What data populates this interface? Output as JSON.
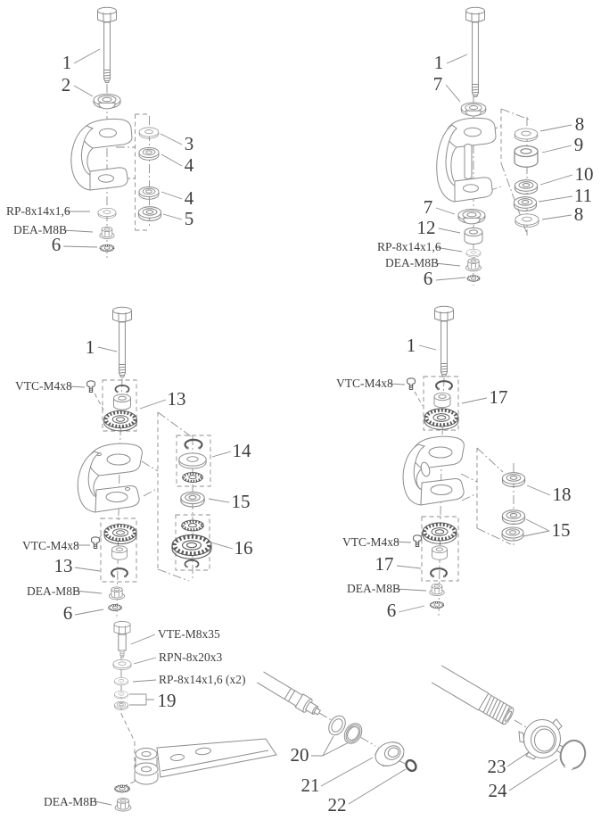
{
  "figure": {
    "background": "#ffffff",
    "line_color": "#8c8c8c",
    "dark_line_color": "#575757",
    "text_color": "#3d3d3d"
  },
  "assembly_top_left": {
    "callout_bolt": "1",
    "callout_cup_washer": "2",
    "callout_flat_washer": "3",
    "callout_grommet_upper": "4",
    "callout_grommet_lower": "4",
    "callout_grommet_bottom": "5",
    "label_flat_washer": "RP-8x14x1,6",
    "label_lock_nut": "DEA-M8B",
    "callout_serrated_washer": "6"
  },
  "assembly_top_right": {
    "callout_bolt": "1",
    "callout_cup_washer_upper": "7",
    "callout_washer_top": "8",
    "callout_bushing": "9",
    "callout_grommet_upper": "10",
    "callout_grommet_lower": "11",
    "callout_washer_bottom": "8",
    "callout_cup_washer_lower": "7",
    "callout_spacer": "12",
    "label_flat_washer": "RP-8x14x1,6",
    "label_lock_nut": "DEA-M8B",
    "callout_serrated_washer": "6"
  },
  "assembly_mid_left": {
    "callout_bolt": "1",
    "label_screw_upper": "VTC-M4x8",
    "callout_kit_upper": "13",
    "callout_kit_right_upper": "14",
    "callout_washer_right": "15",
    "callout_kit_right_lower": "16",
    "label_screw_lower": "VTC-M4x8",
    "callout_kit_lower": "13",
    "label_lock_nut": "DEA-M8B",
    "callout_serrated_washer": "6"
  },
  "assembly_mid_right": {
    "callout_bolt": "1",
    "label_screw_upper": "VTC-M4x8",
    "callout_kit_upper": "17",
    "callout_washer_right": "18",
    "callout_washers_right_pair": "15",
    "label_screw_lower": "VTC-M4x8",
    "callout_kit_lower": "17",
    "label_lock_nut": "DEA-M8B",
    "callout_serrated_washer": "6"
  },
  "assembly_bottom_left": {
    "label_bolt": "VTE-M8x35",
    "label_large_washer": "RPN-8x20x3",
    "label_flat_washers": "RP-8x14x1,6 (x2)",
    "callout_washer_pair": "19",
    "label_lock_nut": "DEA-M8B"
  },
  "assembly_bottom_middle": {
    "callout_washer_pair": "20",
    "callout_nut": "21",
    "callout_oring": "22"
  },
  "assembly_bottom_right": {
    "callout_ring_nut": "23",
    "callout_snap_ring": "24"
  }
}
